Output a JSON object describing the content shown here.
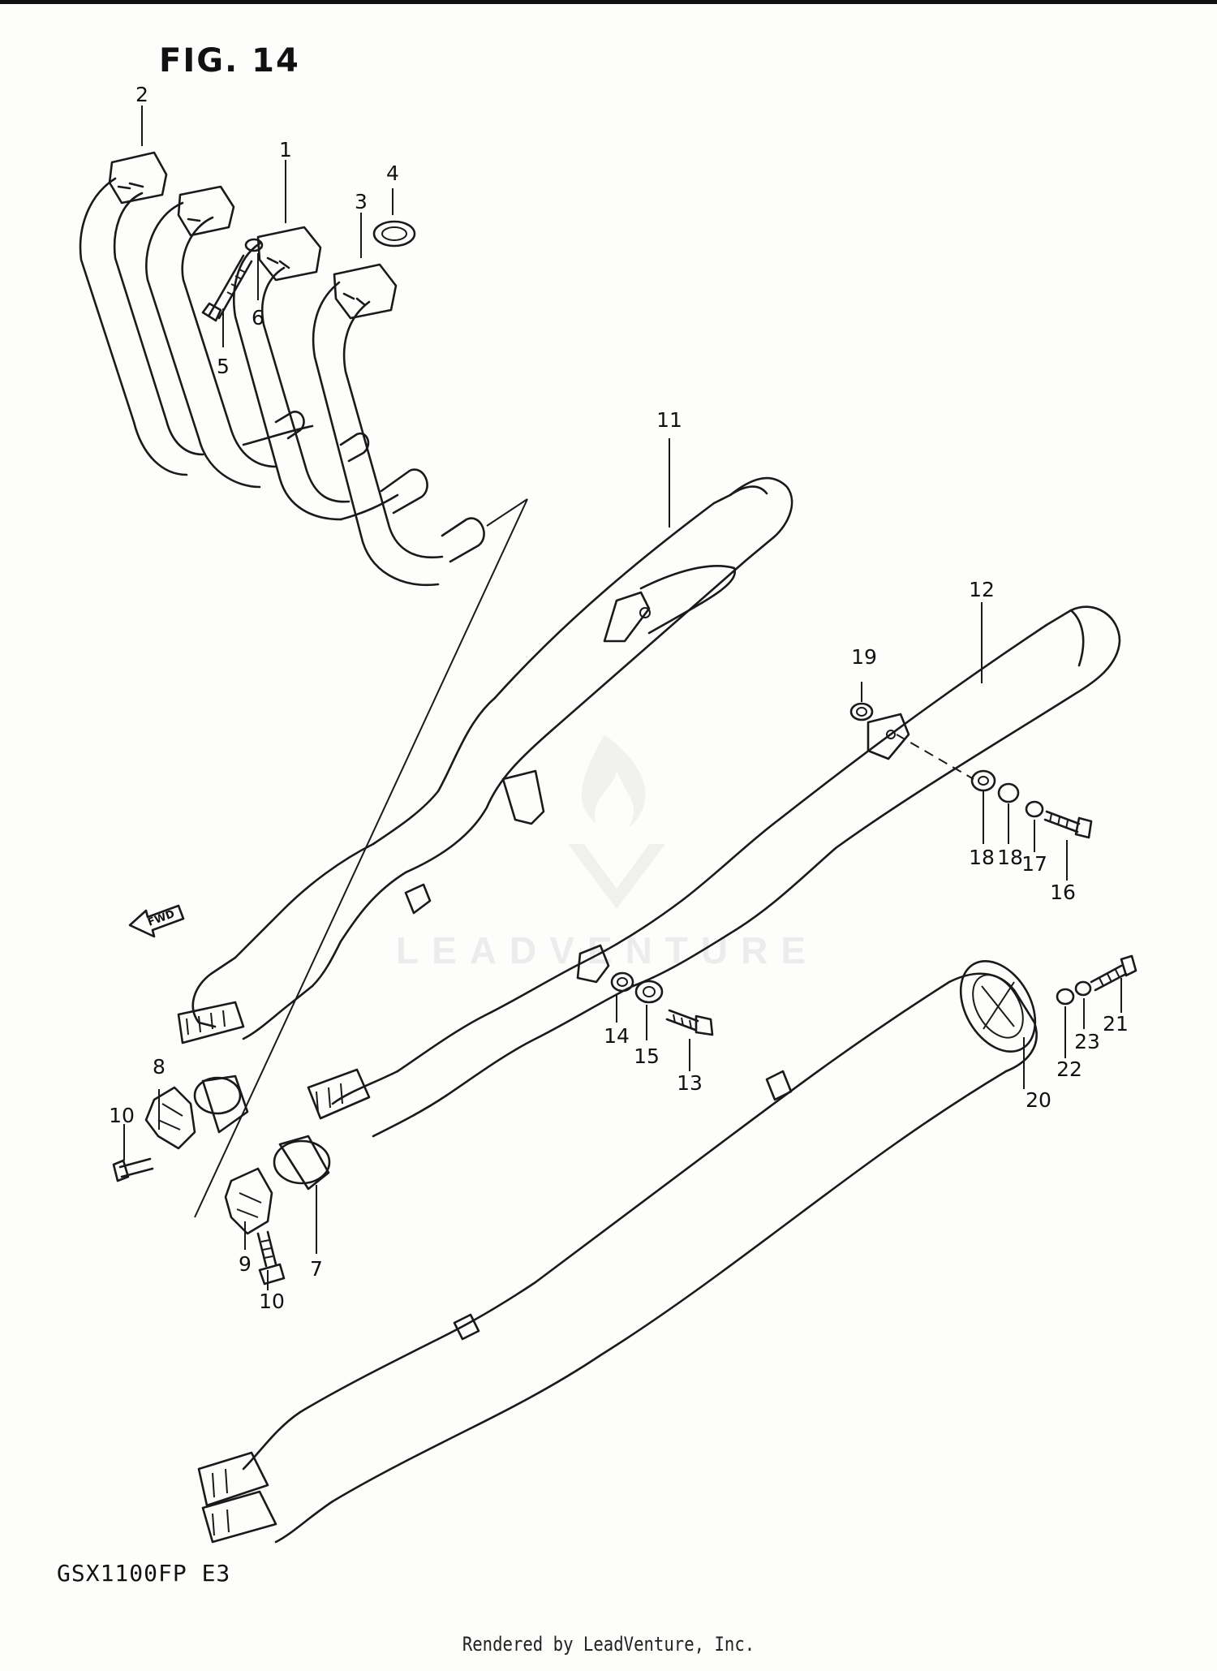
{
  "figure": {
    "title": "FIG. 14",
    "model": "GSX1100FP  E3",
    "footer": "Rendered by LeadVenture, Inc.",
    "watermark": "LEADVENTURE",
    "direction_label": "FWD"
  },
  "callouts": [
    "1",
    "2",
    "3",
    "4",
    "5",
    "6",
    "7",
    "8",
    "9",
    "10",
    "10",
    "11",
    "12",
    "13",
    "14",
    "15",
    "16",
    "17",
    "18",
    "18",
    "19",
    "20",
    "21",
    "22",
    "23"
  ],
  "colors": {
    "ink": "#1a1a1a",
    "paper": "#fdfdfb",
    "watermark": "#ececec"
  }
}
